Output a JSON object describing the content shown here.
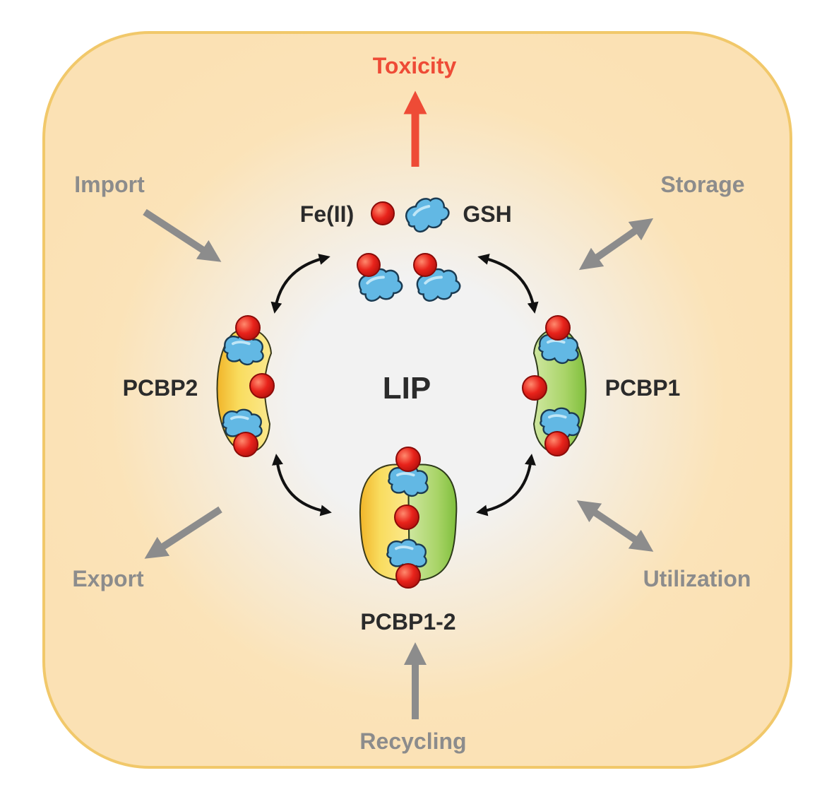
{
  "labels": {
    "toxicity": "Toxicity",
    "import": "Import",
    "storage": "Storage",
    "export": "Export",
    "utilization": "Utilization",
    "recycling": "Recycling",
    "fe": "Fe(II)",
    "gsh": "GSH",
    "lip": "LIP",
    "pcbp2": "PCBP2",
    "pcbp1": "PCBP1",
    "pcbp12": "PCBP1-2"
  },
  "colors": {
    "cell_fill": "#fbe3b8",
    "cell_border": "#f1c86a",
    "iron": "#e8231b",
    "gsh": "#62b8e4",
    "pcbp2": "#f7d552",
    "pcbp1": "#a9d468",
    "toxicity_arrow": "#ee4b36",
    "pathway_arrow": "#8c8c8c",
    "cycle_arrow": "#111111"
  }
}
